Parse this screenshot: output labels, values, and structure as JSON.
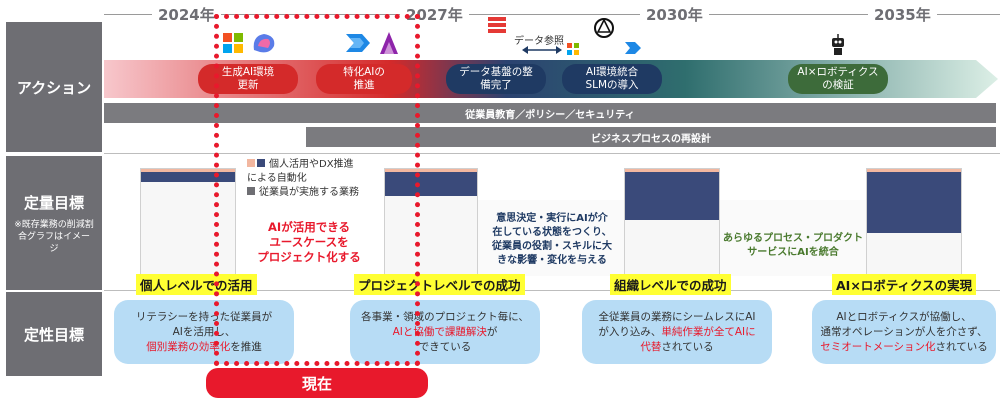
{
  "years": [
    "2024年",
    "2027年",
    "2030年",
    "2035年"
  ],
  "rows": {
    "action": "アクション",
    "quantitative": "定量目標",
    "quantitative_note": "※既存業務の削減割合グラフはイメージ",
    "qualitative": "定性目標"
  },
  "actions": [
    {
      "label_line1": "生成AI環境",
      "label_line2": "更新",
      "color": "#d42a2a"
    },
    {
      "label_line1": "特化AIの",
      "label_line2": "推進",
      "color": "#d42a2a"
    },
    {
      "label_line1": "データ基盤の整",
      "label_line2": "備完了",
      "color": "#1f3a63"
    },
    {
      "label_line1": "AI環境統合",
      "label_line2": "SLMの導入",
      "color": "#1f3a63"
    },
    {
      "label_line1": "AI×ロボティクス",
      "label_line2": "の検証",
      "color": "#3d6b3a"
    }
  ],
  "data_ref_label": "データ参照",
  "grey_bars": {
    "bar1": "従業員教育／ポリシー／セキュリティ",
    "bar2": "ビジネスプロセスの再設計"
  },
  "legend": {
    "item1": "個人活用やDX推進",
    "item1_cont": "による自動化",
    "item2": "従業員が実施する業務"
  },
  "annotations": {
    "red_text_line1": "AIが活用できる",
    "red_text_line2": "ユースケースを",
    "red_text_line3": "プロジェクト化する",
    "blue_text_line1": "意思決定・実行にAIが介",
    "blue_text_line2": "在している状態をつくり、",
    "blue_text_line3": "従業員の役割・スキルに大",
    "blue_text_line4": "きな影響・変化を与える",
    "green_text_line1": "あらゆるプロセス・プロダクト",
    "green_text_line2": "サービスにAIを統合"
  },
  "levels": [
    {
      "label": "個人レベルでの活用",
      "auto_share": 0.12
    },
    {
      "label": "プロジェクトレベルでの成功",
      "auto_share": 0.25
    },
    {
      "label": "組織レベルでの成功",
      "auto_share": 0.48
    },
    {
      "label": "AI×ロボティクスの実現",
      "auto_share": 0.6
    }
  ],
  "qualitative": [
    {
      "line1": "リテラシーを持った従業員が",
      "line2": "AIを活用し、",
      "line3_red": "個別業務の効率化",
      "line3_rest": "を推進"
    },
    {
      "line1": "各事業・領域のプロジェクト毎に、",
      "line2_red": "AIと協働で課題解決",
      "line2_rest": "が",
      "line3": "できている"
    },
    {
      "line1": "全従業員の業務にシームレスにAI",
      "line2_pre": "が入り込み、",
      "line2_red": "単純作業が全てAIに",
      "line3_red": "代替",
      "line3_rest": "されている"
    },
    {
      "line1": "AIとロボティクスが協働し、",
      "line2": "通常オペレーションが人を介さず、",
      "line3_red": "セミオートメーション化",
      "line3_rest": "されている"
    }
  ],
  "current": "現在",
  "colors": {
    "red": "#e8192c",
    "navy": "#3a4a7a",
    "grey": "#6e6e73",
    "yellow": "#ffff33",
    "light_blue": "#b7dcf5"
  }
}
